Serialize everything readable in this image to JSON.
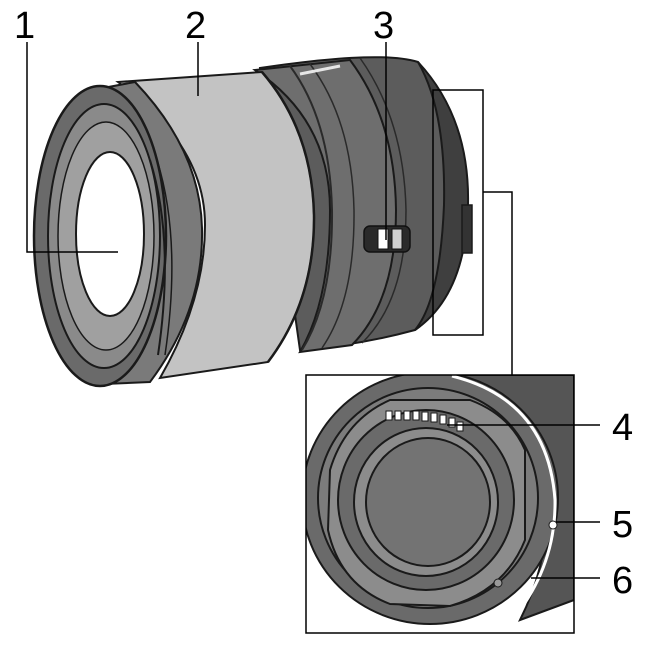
{
  "callouts": [
    {
      "id": 1,
      "text": "1"
    },
    {
      "id": 2,
      "text": "2"
    },
    {
      "id": 3,
      "text": "3"
    },
    {
      "id": 4,
      "text": "4"
    },
    {
      "id": 5,
      "text": "5"
    },
    {
      "id": 6,
      "text": "6"
    }
  ],
  "colors": {
    "lens_dark": "#5a5a5a",
    "lens_mid": "#7c7c7c",
    "lens_light": "#9a9a9a",
    "zoom_ring": "#c3c3c3",
    "glass": "#ffffff",
    "outline": "#1a1a1a"
  }
}
